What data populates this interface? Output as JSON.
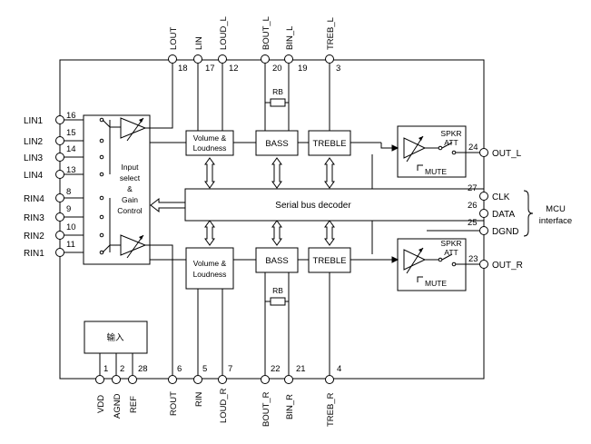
{
  "top_pins": [
    {
      "name": "LOUT",
      "num": "18"
    },
    {
      "name": "LIN",
      "num": "17"
    },
    {
      "name": "LOUD_L",
      "num": "12"
    },
    {
      "name": "BOUT_L",
      "num": "20"
    },
    {
      "name": "BIN_L",
      "num": "19"
    },
    {
      "name": "TREB_L",
      "num": "3"
    }
  ],
  "bottom_pins": [
    {
      "name": "VDD",
      "num": "1"
    },
    {
      "name": "AGND",
      "num": "2"
    },
    {
      "name": "REF",
      "num": "28"
    },
    {
      "name": "ROUT",
      "num": "6"
    },
    {
      "name": "RIN",
      "num": "5"
    },
    {
      "name": "LOUD_R",
      "num": "7"
    },
    {
      "name": "BOUT_R",
      "num": "22"
    },
    {
      "name": "BIN_R",
      "num": "21"
    },
    {
      "name": "TREB_R",
      "num": "4"
    }
  ],
  "left_pins": [
    {
      "name": "LIN1",
      "num": "16"
    },
    {
      "name": "LIN2",
      "num": "15"
    },
    {
      "name": "LIN3",
      "num": "14"
    },
    {
      "name": "LIN4",
      "num": "13"
    },
    {
      "name": "RIN4",
      "num": "8"
    },
    {
      "name": "RIN3",
      "num": "9"
    },
    {
      "name": "RIN2",
      "num": "10"
    },
    {
      "name": "RIN1",
      "num": "11"
    }
  ],
  "right_pins": [
    {
      "name": "OUT_L",
      "num": "24"
    },
    {
      "name": "CLK",
      "num": "27"
    },
    {
      "name": "DATA",
      "num": "26"
    },
    {
      "name": "DGND",
      "num": "25"
    },
    {
      "name": "OUT_R",
      "num": "23"
    }
  ],
  "blocks": {
    "input_select": [
      "Input",
      "select",
      "&",
      "Gain",
      "Control"
    ],
    "volume": [
      "Volume &",
      "Loudness"
    ],
    "bass": "BASS",
    "treble": "TREBLE",
    "serial_bus": "Serial bus decoder",
    "spkr_att": [
      "SPKR",
      "ATT"
    ],
    "mute": "MUTE",
    "rb": "RB",
    "power_box": "输入"
  },
  "mcu_interface": [
    "MCU",
    "interface"
  ]
}
